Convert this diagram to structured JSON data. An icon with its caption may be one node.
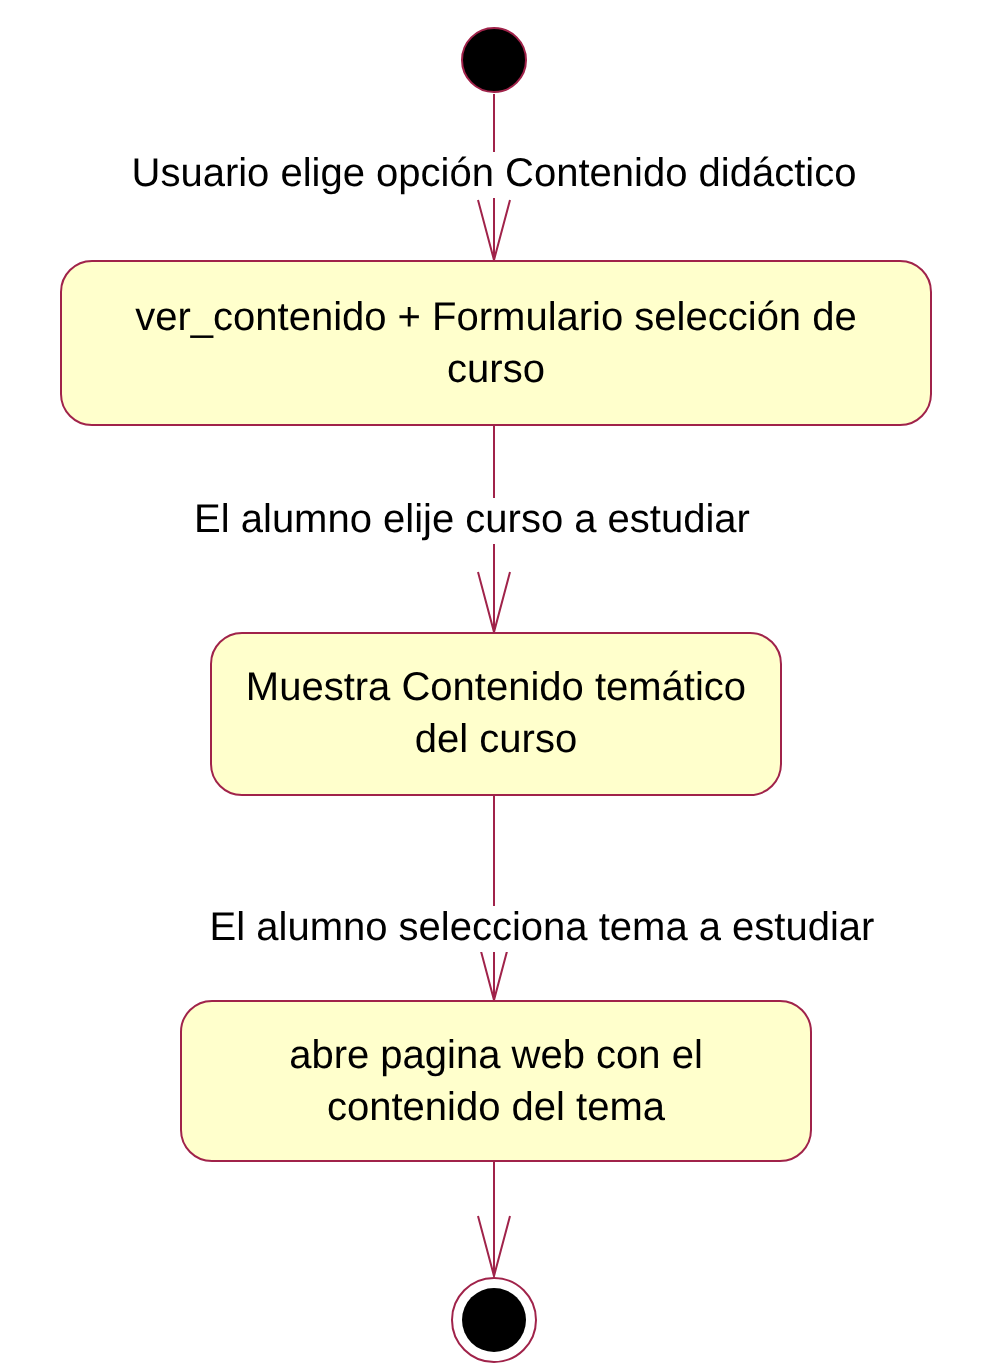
{
  "diagram": {
    "nodes": [
      {
        "text": [],
        "shape": "circle"
      },
      {
        "text": [
          "ver_contenido + Formulario selección de curso"
        ]
      },
      {
        "text": [
          "Muestra Contenido temático del curso"
        ]
      },
      {
        "text": [
          "abre pagina web con el contenido del tema"
        ]
      },
      {
        "text": [],
        "shape": "bullseye"
      }
    ],
    "edges": [
      {
        "from": 0,
        "to": 1,
        "arrow": "to",
        "label": "Usuario elige opción Contenido didáctico"
      },
      {
        "from": 1,
        "to": 2,
        "arrow": "to",
        "label": "El alumno elije curso a estudiar"
      },
      {
        "from": 2,
        "to": 3,
        "arrow": "to",
        "label": "El alumno selecciona tema a estudiar"
      },
      {
        "from": 3,
        "to": 4,
        "arrow": "to"
      }
    ]
  }
}
